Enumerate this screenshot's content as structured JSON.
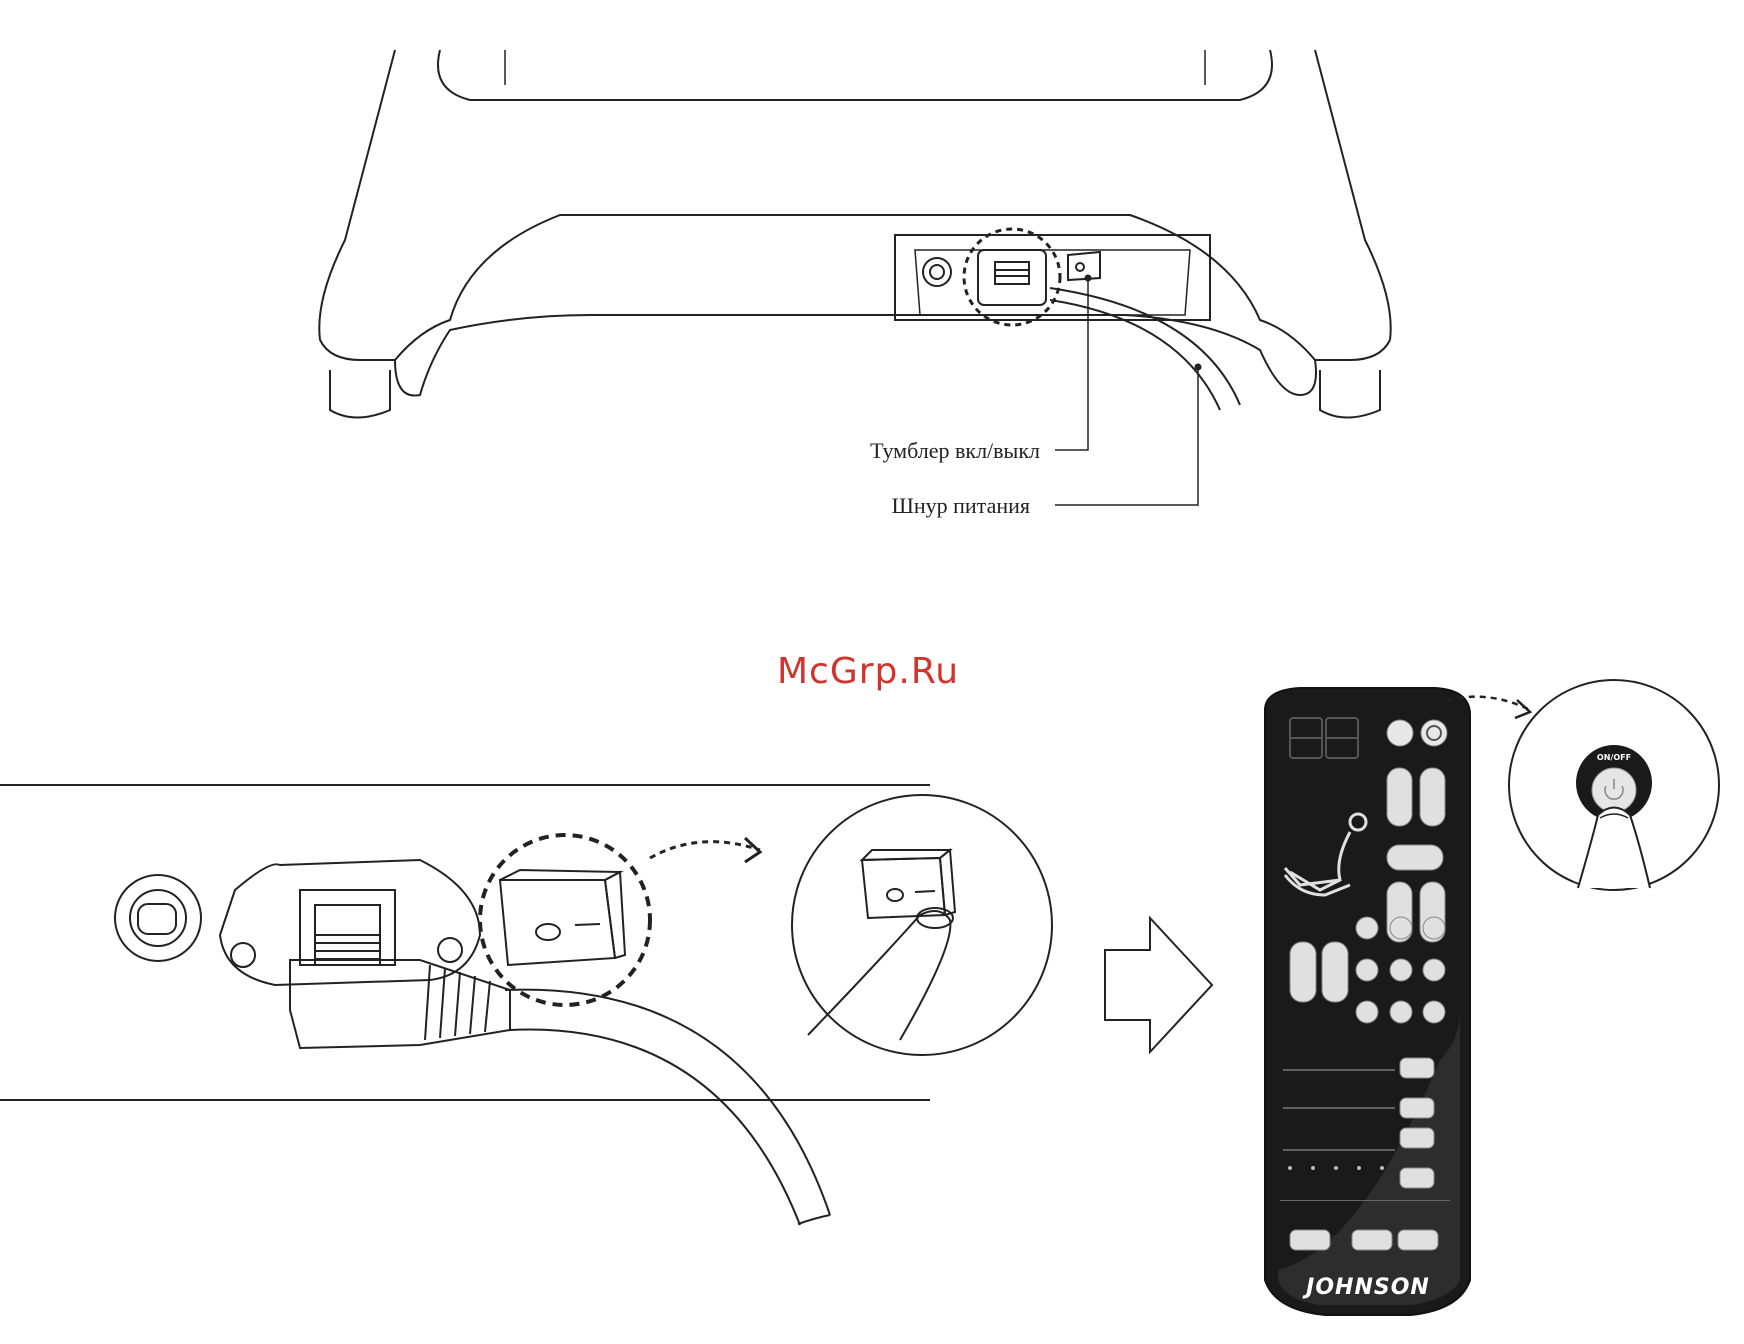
{
  "labels": {
    "power_switch": "Тумблер вкл/выкл",
    "power_cord": "Шнур питания"
  },
  "watermark": "McGrp.Ru",
  "remote": {
    "brand": "JOHNSON",
    "onoff_label": "ON/OFF"
  },
  "colors": {
    "line": "#222222",
    "watermark": "#d0342c",
    "remote_body": "#1a1a1a"
  }
}
